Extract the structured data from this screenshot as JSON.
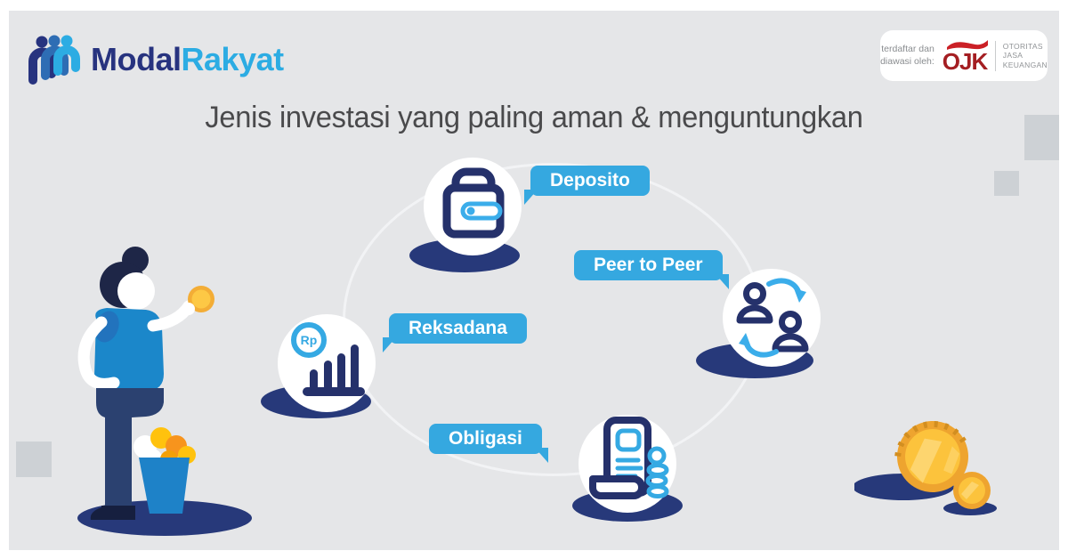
{
  "brand": {
    "icon": "people-logo-icon",
    "logo_text_primary": "Modal",
    "logo_text_secondary": "Rakyat"
  },
  "ojk_badge": {
    "caption_line1": "terdaftar dan",
    "caption_line2": "diawasi oleh:",
    "logo_text": "OJK",
    "org_line1": "OTORITAS",
    "org_line2": "JASA",
    "org_line3": "KEUANGAN"
  },
  "title": "Jenis investasi yang paling aman & menguntungkan",
  "diagram": {
    "type": "cycle-of-investment-types",
    "nodes": [
      {
        "id": "deposito",
        "label": "Deposito",
        "icon": "wallet-icon"
      },
      {
        "id": "peer_to_peer",
        "label": "Peer to Peer",
        "icon": "people-exchange-icon"
      },
      {
        "id": "reksadana",
        "label": "Reksadana",
        "icon": "bar-chart-icon",
        "currency_badge": "Rp"
      },
      {
        "id": "obligasi",
        "label": "Obligasi",
        "icon": "bond-document-icon"
      }
    ]
  },
  "illustrations": {
    "left": "person-holding-coin-with-bucket-of-coins",
    "bottom_right": "two-gold-coins"
  },
  "colors": {
    "accent_blue": "#35a8e0",
    "icon_navy": "#25316b",
    "shadow_navy": "#27397a",
    "panel_gray": "#e5e6e8",
    "decor_gray": "#cdd1d5",
    "title_gray": "#4a4a4c",
    "logo_dark_blue": "#27337f",
    "logo_light_blue": "#2cace3",
    "ojk_red": "#a41e22",
    "coin_gold": "#fcc33c"
  }
}
